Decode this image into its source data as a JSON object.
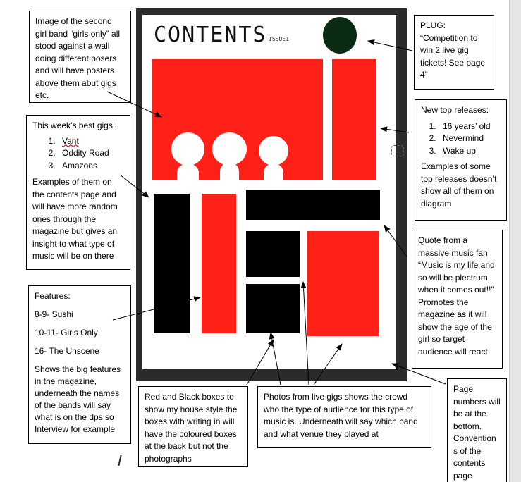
{
  "magazine": {
    "title": "CONTENTS",
    "issue": "ISSUE1"
  },
  "notes": {
    "girl_band": "Image of the second girl band “girls only” all stood against a wall doing different posers and will have posters above them abut gigs etc.",
    "gigs": {
      "heading": "This week’s best gigs!",
      "items": [
        "Vant",
        "Oddity Road",
        "Amazons"
      ],
      "body": "Examples of them on the contents page and will have more random ones through the magazine but gives an insight to what type of music will be on there"
    },
    "features": {
      "heading": "Features:",
      "items": [
        "8-9- Sushi",
        "10-11- Girls Only",
        "16-  The Unscene"
      ],
      "body": "Shows the big features in the magazine, underneath the names of the bands will say what is on the dps so Interview for example"
    },
    "house_style": "Red and Black boxes to show my house style the boxes with writing in will have the coloured boxes at the back but not the photographs",
    "photos": "Photos from live gigs shows the crowd who the type of audience for this type of music is. Underneath will say which band and what venue they played at",
    "plug": {
      "heading": "PLUG:",
      "body": "“Competition to win 2 live gig tickets! See page 4”"
    },
    "releases": {
      "heading": "New top releases:",
      "items": [
        "16 years’ old",
        "Nevermind",
        "Wake up"
      ],
      "body": "Examples of some top releases doesn’t show all of them on diagram"
    },
    "quote": "Quote from a massive music fan “Music is my life and so will be plectrum when it comes out!!” Promotes the magazine as it will show the age of the girl so target audience will react",
    "page_numbers": "Page numbers will be at the bottom. Convention s of the contents page"
  },
  "colors": {
    "accent_red": "#ff2018",
    "black": "#000000",
    "frame": "#2b2b2b",
    "plug_circle": "#0a2a12"
  }
}
